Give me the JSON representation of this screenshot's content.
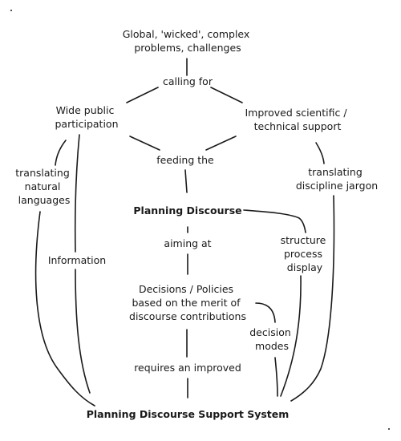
{
  "nodes": {
    "challenges": {
      "lines": [
        "Global, 'wicked', complex",
        "problems, challenges"
      ]
    },
    "calling_for": {
      "lines": [
        "calling for"
      ]
    },
    "wide_public": {
      "lines": [
        "Wide public",
        "participation"
      ]
    },
    "improved_support": {
      "lines": [
        "Improved scientific /",
        "technical support"
      ]
    },
    "feeding_the": {
      "lines": [
        "feeding the"
      ]
    },
    "translating_natural": {
      "lines": [
        "translating",
        "natural",
        "languages"
      ]
    },
    "translating_jargon": {
      "lines": [
        "translating",
        "discipline jargon"
      ]
    },
    "planning_discourse": {
      "lines": [
        "Planning Discourse"
      ]
    },
    "aiming_at": {
      "lines": [
        "aiming at"
      ]
    },
    "information": {
      "lines": [
        "Information"
      ]
    },
    "structure_display": {
      "lines": [
        "structure",
        "process",
        "display"
      ]
    },
    "decisions": {
      "lines": [
        "Decisions / Policies",
        "based on the merit of",
        "discourse contributions"
      ]
    },
    "decision_modes": {
      "lines": [
        "decision",
        "modes"
      ]
    },
    "requires": {
      "lines": [
        "requires an improved"
      ]
    },
    "pdss": {
      "lines": [
        "Planning Discourse Support System"
      ]
    }
  }
}
